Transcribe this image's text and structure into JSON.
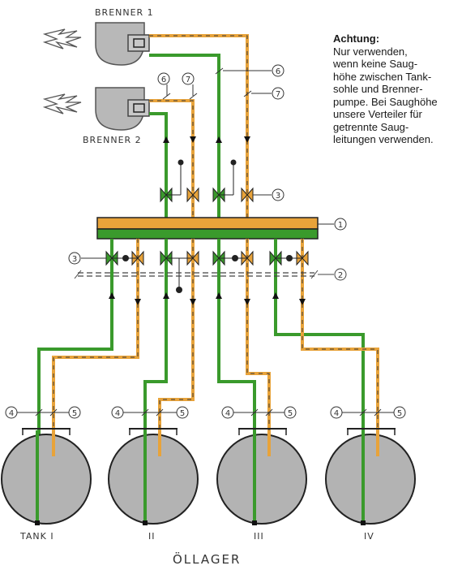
{
  "labels": {
    "brenner1": "BRENNER 1",
    "brenner2": "BRENNER 2",
    "tank1": "TANK I",
    "tank2": "II",
    "tank3": "III",
    "tank4": "IV",
    "oellager": "ÖLLAGER"
  },
  "callouts": {
    "c1": "1",
    "c2": "2",
    "c3": "3",
    "c4": "4",
    "c5": "5",
    "c6": "6",
    "c7": "7"
  },
  "note": {
    "title": "Achtung:",
    "text": "Nur verwenden,\nwenn keine Saug-\nhöhe zwischen Tank-\nsohle und Brenner-\npumpe. Bei Saughöhe\nunsere Verteiler für\ngetrennte Saug-\nleitungen verwenden."
  },
  "colors": {
    "suction_line": "#3a9a2c",
    "return_line": "#e8a33a",
    "tank_fill": "#b3b3b3",
    "burner_fill": "#b8b8b8"
  }
}
